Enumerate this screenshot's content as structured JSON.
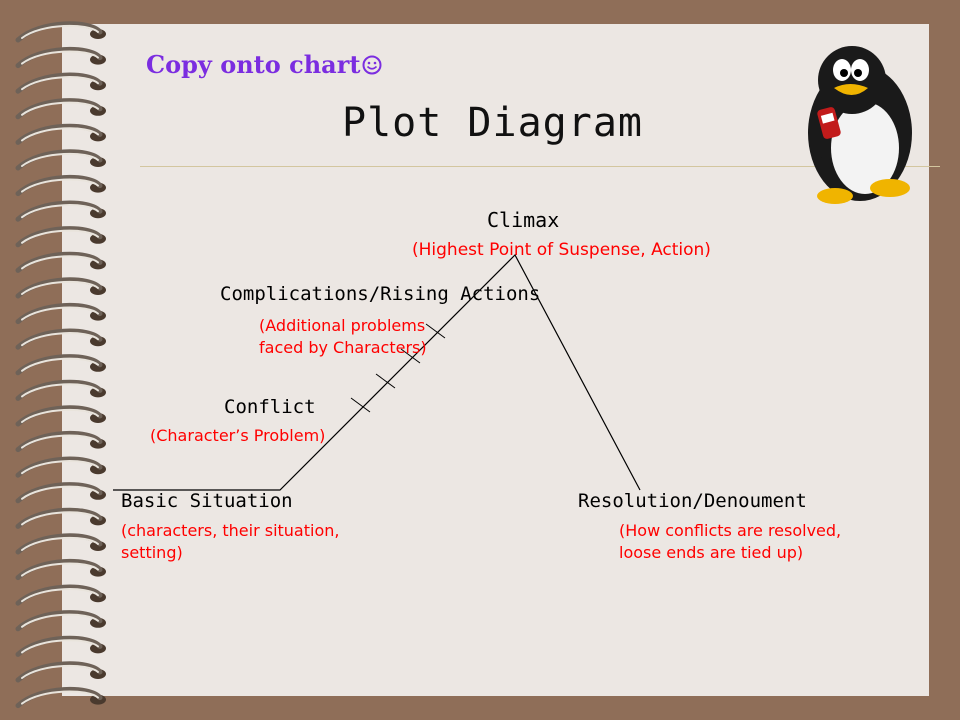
{
  "header": {
    "instruction": "Copy onto chart",
    "title": "Plot Diagram"
  },
  "labels": {
    "climax": {
      "heading": "Climax",
      "note": "(Highest Point of Suspense, Action)"
    },
    "rising_action": {
      "heading": "Complications/Rising Actions",
      "note": "(Additional problems\nfaced by Characters)"
    },
    "conflict": {
      "heading": "Conflict",
      "note": "(Character’s Problem)"
    },
    "basic_situation": {
      "heading": "Basic Situation",
      "note": "(characters, their situation,\nsetting)"
    },
    "resolution": {
      "heading": "Resolution/Denoument",
      "note": "(How conflicts are resolved,\nloose ends are tied up)"
    }
  },
  "colors": {
    "background": "#8f6e58",
    "page": "#ece7e3",
    "instruction": "#7b2de0",
    "note": "#ff0000"
  },
  "icons": [
    "smiley-icon",
    "penguin-clipart",
    "spiral-binding"
  ]
}
